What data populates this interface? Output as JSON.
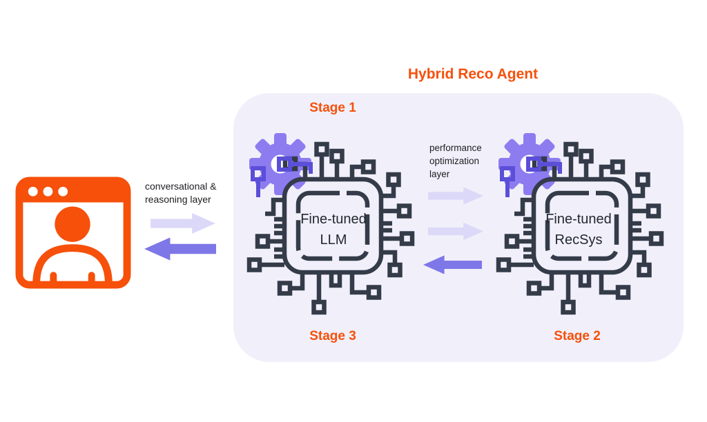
{
  "title": "Hybrid Reco Agent",
  "panel": {
    "stage1_label": "Stage 1",
    "stage2_label": "Stage 2",
    "stage3_label": "Stage 3"
  },
  "flows": {
    "left": {
      "line1": "conversational &",
      "line2": "reasoning layer"
    },
    "middle": {
      "line1": "performance",
      "line2": "optimization",
      "line3": "layer"
    }
  },
  "chips": {
    "llm": {
      "line1": "Fine-tuned",
      "line2": "LLM"
    },
    "recsys": {
      "line1": "Fine-tuned",
      "line2": "RecSys"
    }
  },
  "icons": {
    "user": "browser-user-icon",
    "chip": "chip-circuit-icon",
    "gear": "gear-icon",
    "arrow_right": "arrow-right-icon",
    "arrow_left": "arrow-left-icon"
  },
  "colors": {
    "accent_orange": "#F6500B",
    "panel_bg": "#F1F0FA",
    "arrow_light": "#DCD8F8",
    "arrow_purple": "#7E77E8",
    "gear_purple": "#8D7CF0",
    "gear_accent": "#5B4ED8",
    "circuit": "#343B49",
    "text_dark": "#1D1D22",
    "chip_text": "#23272F",
    "background": "#FFFFFF"
  }
}
